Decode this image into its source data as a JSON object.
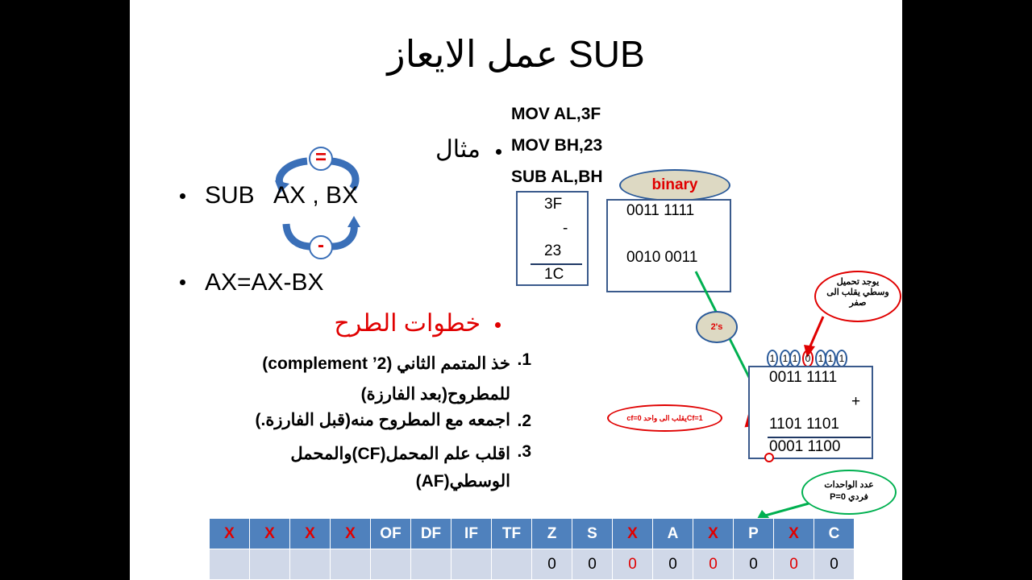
{
  "slide": {
    "title": "عمل الايعاز SUB",
    "bullets": {
      "sub": "SUB   AX , BX",
      "ax": "AX=AX-BX",
      "steps_heading": "خطوات الطرح",
      "example": "مثال"
    },
    "ops": {
      "eq": "=",
      "minus": "-"
    },
    "code": [
      "MOV AL,3F",
      "MOV BH,23",
      "SUB AL,BH"
    ],
    "hexcalc": {
      "a": "3F",
      "op": "-",
      "b": "23",
      "result": "1C"
    },
    "binary_label": "binary",
    "bincalc": {
      "a": "0011 1111",
      "b": "0010 0011"
    },
    "twos_label": "2's",
    "addcalc": {
      "a": "0011 1111",
      "op": "+",
      "b": "1101 1101",
      "result": "0001 1100"
    },
    "carries": [
      "1",
      "1",
      "1",
      "0",
      "1",
      "1",
      "1"
    ],
    "notes": {
      "af": "يوجد تحميل وسطي يقلب الى صفر",
      "cf": "Cf=1يقلب الى واحد cf=0",
      "parity": "عدد الواحدات فردي P=0"
    },
    "steps": [
      {
        "num": "1.",
        "text": "خذ المتمم الثاني (2’ complement) للمطروح(بعد الفارزة)"
      },
      {
        "num": "2.",
        "text": "اجمعه مع المطروح منه(قبل الفارزة.)"
      },
      {
        "num": "3.",
        "text": "اقلب علم المحمل(CF)والمحمل الوسطي(AF)"
      }
    ],
    "flags": {
      "headers": [
        "X",
        "X",
        "X",
        "X",
        "OF",
        "DF",
        "IF",
        "TF",
        "Z",
        "S",
        "X",
        "A",
        "X",
        "P",
        "X",
        "C"
      ],
      "values": [
        "",
        "",
        "",
        "",
        "",
        "",
        "",
        "",
        "0",
        "0",
        "0",
        "0",
        "0",
        "0",
        "0",
        "0"
      ]
    },
    "colors": {
      "accent": "#4f81bd",
      "red": "#e00000",
      "green": "#00b050"
    }
  }
}
